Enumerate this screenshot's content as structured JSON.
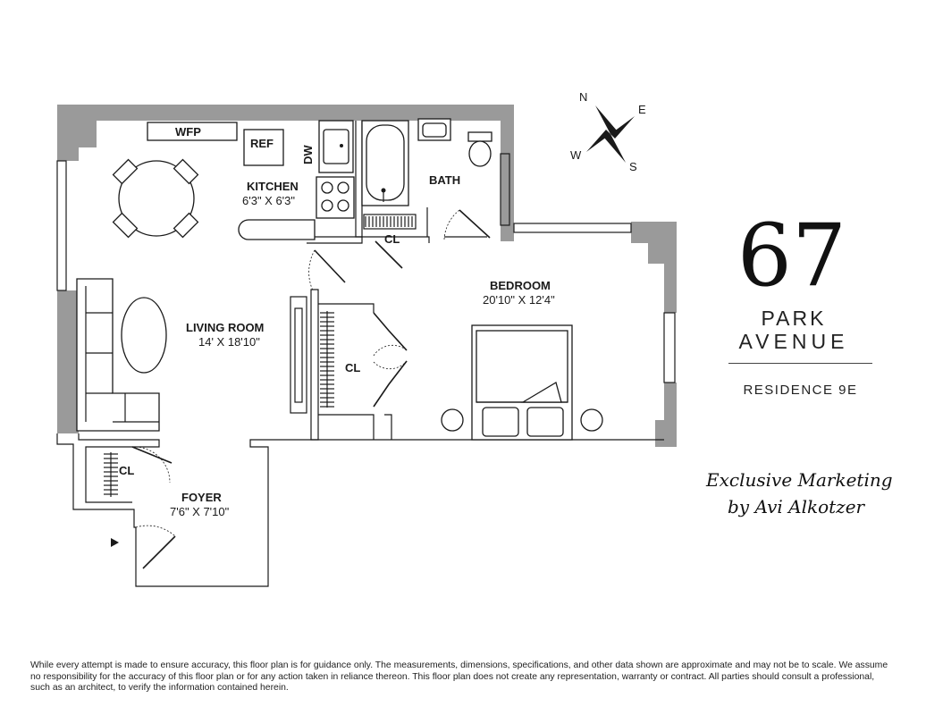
{
  "rooms": {
    "kitchen": {
      "name": "KITCHEN",
      "size": "6'3\" X 6'3\""
    },
    "bath": {
      "name": "BATH"
    },
    "bedroom": {
      "name": "BEDROOM",
      "size": "20'10\" X 12'4\""
    },
    "living_room": {
      "name": "LIVING ROOM",
      "size": "14' X 18'10\""
    },
    "foyer": {
      "name": "FOYER",
      "size": "7'6\" X 7'10\""
    }
  },
  "fixtures": {
    "wfp": "WFP",
    "ref": "REF",
    "dw": "DW",
    "closet_bath": "CL",
    "closet_bedroom": "CL",
    "closet_foyer": "CL"
  },
  "compass": {
    "n": "N",
    "e": "E",
    "s": "S",
    "w": "W"
  },
  "brand": {
    "number": "67",
    "line1": "PARK",
    "line2": "AVENUE",
    "residence": "RESIDENCE 9E"
  },
  "marketing": {
    "line1": "Exclusive Marketing",
    "line2": "by Avi Alkotzer"
  },
  "disclaimer": "While every attempt is made to ensure accuracy, this floor plan is for guidance only. The measurements, dimensions, specifications, and other data shown are approximate and may not be to scale.  We assume no responsibility for the accuracy of this floor plan or for any action taken in reliance thereon. This floor plan does not create any representation, warranty or contract. All parties should consult a professional, such as an architect, to verify the information contained herein."
}
